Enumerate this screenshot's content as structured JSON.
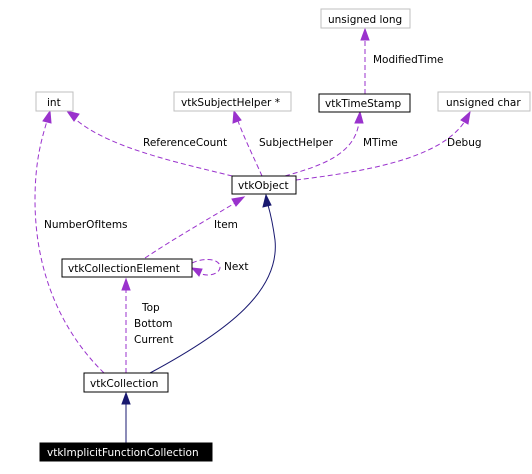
{
  "nodes": {
    "unsigned_long": "unsigned long",
    "int": "int",
    "vtk_subject_helper": "vtkSubjectHelper *",
    "vtk_time_stamp": "vtkTimeStamp",
    "unsigned_char": "unsigned char",
    "vtk_object": "vtkObject",
    "vtk_collection_element": "vtkCollectionElement",
    "vtk_collection": "vtkCollection",
    "vtk_implicit_function_collection": "vtkImplicitFunctionCollection"
  },
  "edge_labels": {
    "modified_time": "ModifiedTime",
    "reference_count": "ReferenceCount",
    "subject_helper": "SubjectHelper",
    "mtime": "MTime",
    "debug": "Debug",
    "number_of_items": "NumberOfItems",
    "item": "Item",
    "next": "Next",
    "top": "Top",
    "bottom": "Bottom",
    "current": "Current"
  },
  "colors": {
    "member_edge": "#9a32cd",
    "inheritance_edge": "#191970",
    "external_node_border": "#bfbfbf",
    "highlighted_node_fill": "#000000"
  }
}
